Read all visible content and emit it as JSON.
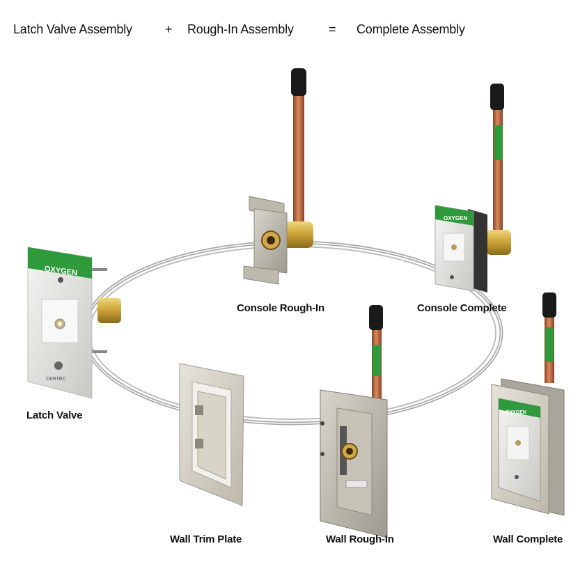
{
  "header": {
    "term1": "Latch Valve Assembly",
    "plus": "+",
    "term2": "Rough-In Assembly",
    "equals": "=",
    "result": "Complete Assembly"
  },
  "captions": {
    "latch_valve": "Latch Valve",
    "console_rough_in": "Console Rough-In",
    "console_complete": "Console Complete",
    "wall_trim_plate": "Wall Trim Plate",
    "wall_rough_in": "Wall Rough-In",
    "wall_complete": "Wall Complete"
  },
  "labels": {
    "gas": "OXYGEN",
    "brand": "CERTEC"
  },
  "colors": {
    "oxygen_green": "#2f9a3c",
    "copper": "#b8643a",
    "brass": "#d4b24a",
    "steel": "#bdb9ad",
    "ring": "#9a9a9a"
  }
}
